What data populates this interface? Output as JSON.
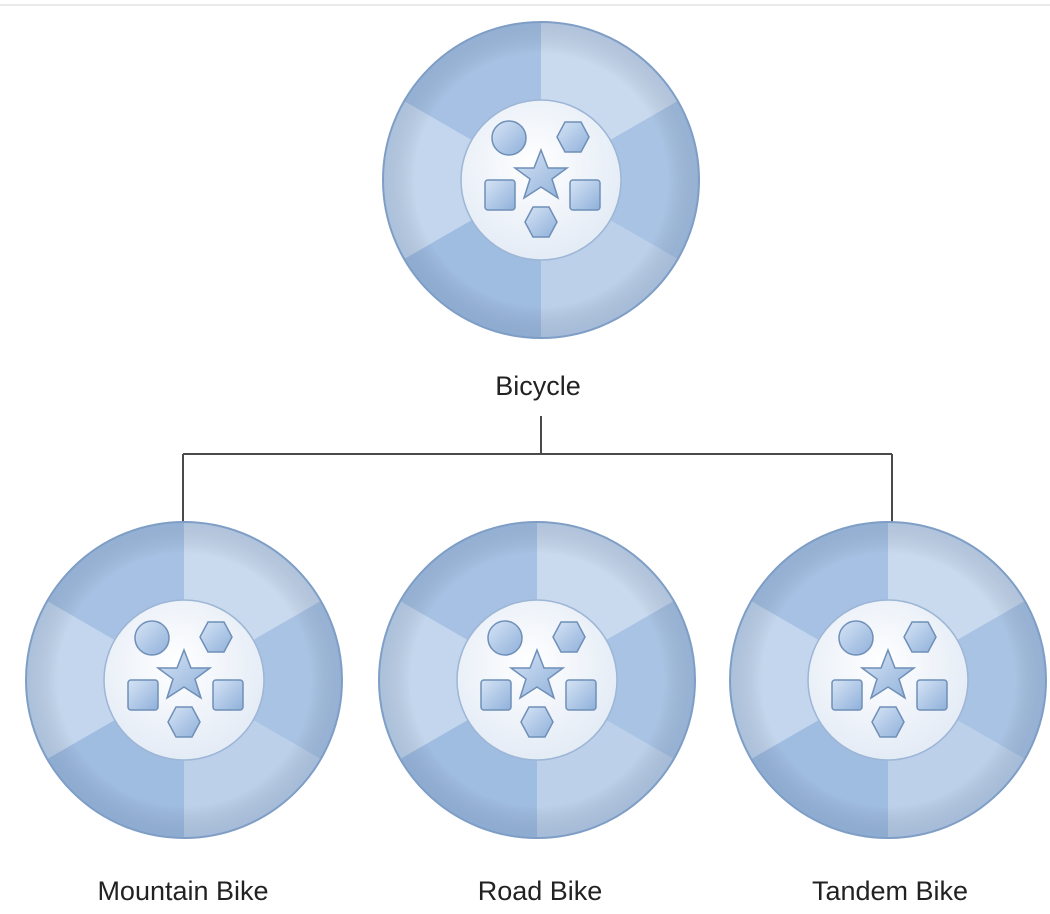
{
  "diagram": {
    "root": {
      "label": "Bicycle"
    },
    "children": [
      {
        "label": "Mountain Bike"
      },
      {
        "label": "Road Bike"
      },
      {
        "label": "Tandem Bike"
      }
    ]
  },
  "colors": {
    "background": "#ffffff",
    "connector": "#4a4a4a",
    "wedge_light": "#c9d9ee",
    "wedge_dark": "#9cbbe0",
    "rim": "#7f9ec6",
    "hub": "#eef3fa",
    "shape_fill": "#a9c4e6",
    "shape_stroke": "#6f8fb8",
    "label": "#222222"
  },
  "icons": {
    "node": "class-wheel-icon",
    "shapes": [
      "circle-icon",
      "hexagon-icon",
      "star-icon",
      "square-icon",
      "square-icon",
      "hexagon-icon"
    ]
  }
}
